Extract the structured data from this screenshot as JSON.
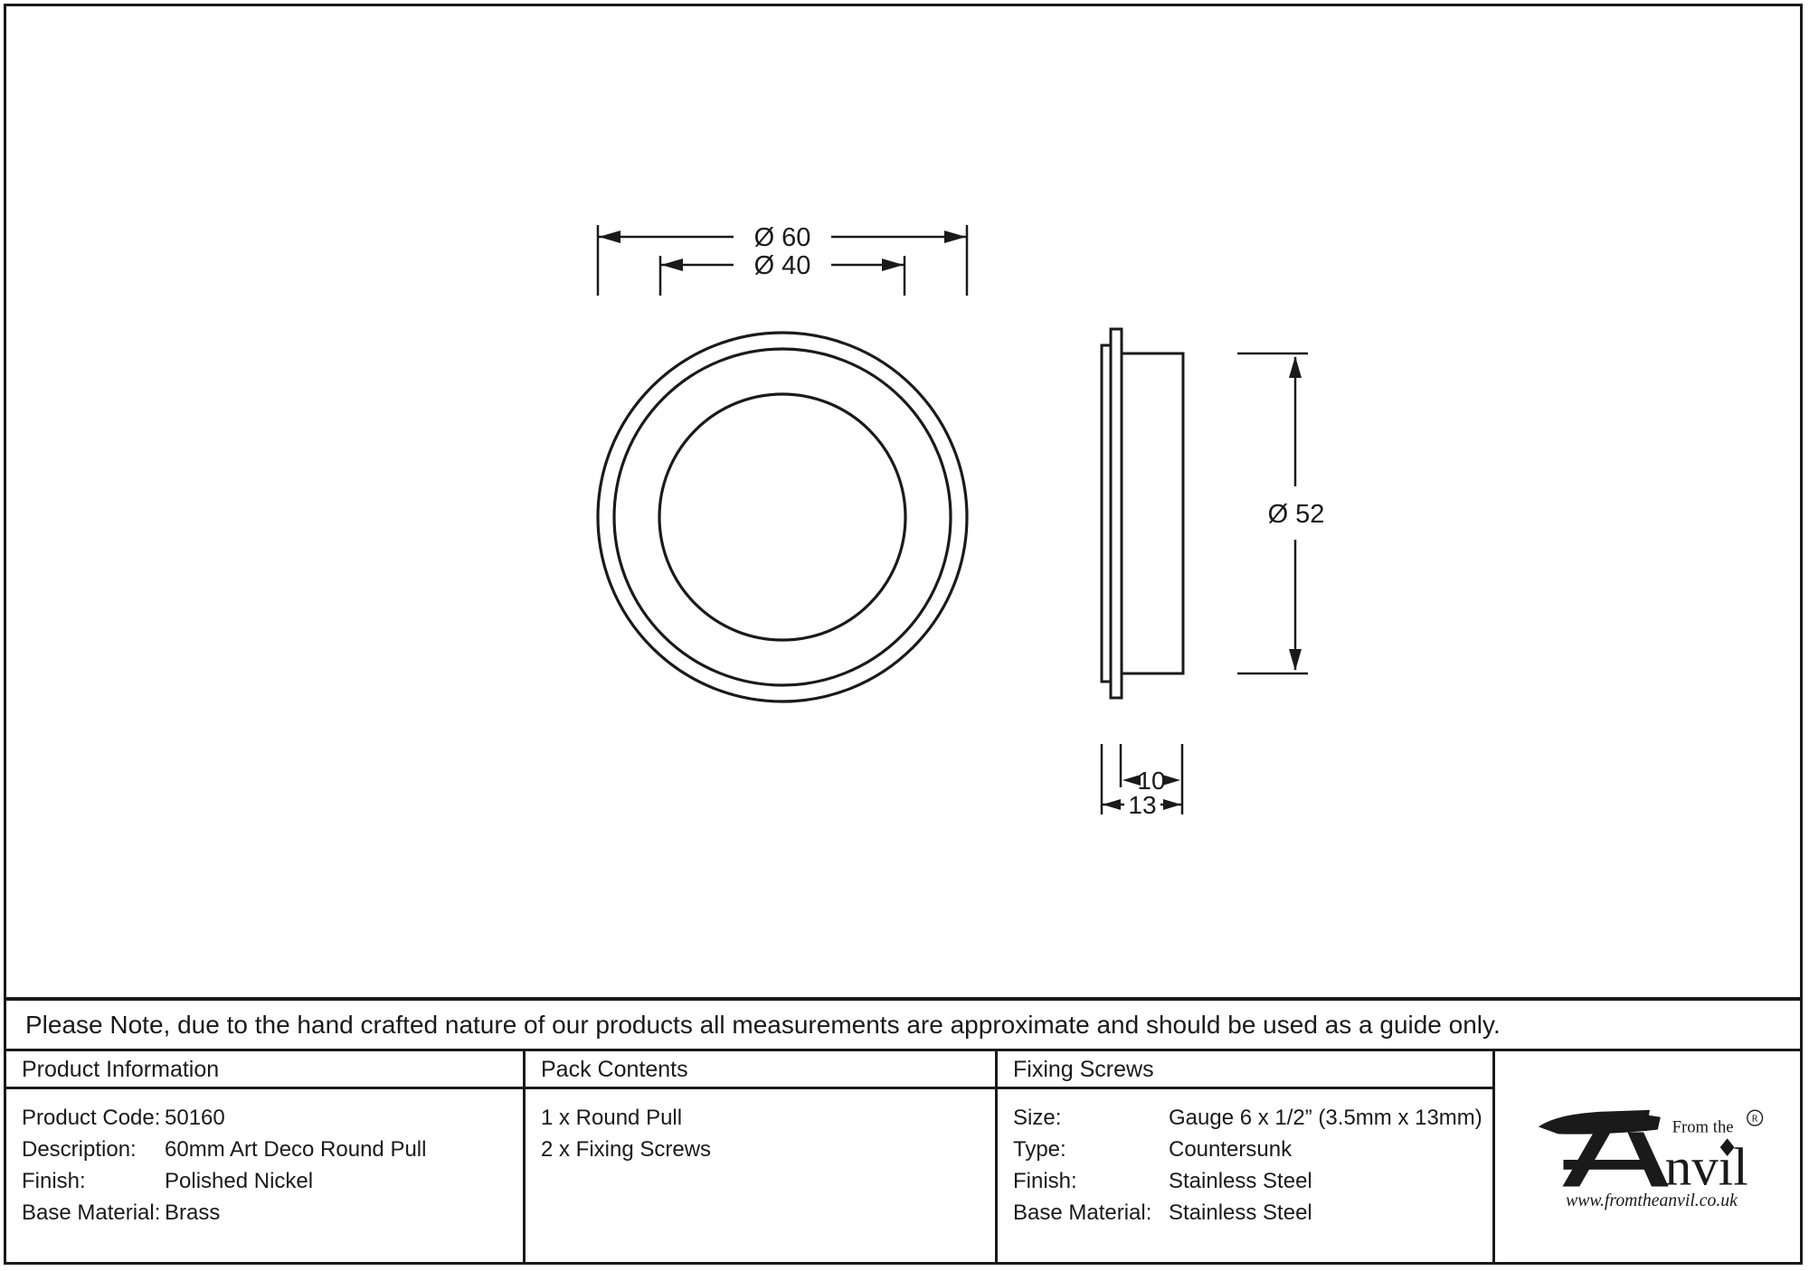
{
  "drawing": {
    "front_view": {
      "dims": [
        {
          "label": "Ø 60"
        },
        {
          "label": "Ø 40"
        }
      ]
    },
    "side_view": {
      "dims": [
        {
          "label": "Ø 52"
        },
        {
          "label": "10"
        },
        {
          "label": "13"
        }
      ]
    }
  },
  "note": {
    "text": "Please Note, due to the hand crafted nature of our products all measurements are approximate and should be used as a guide only."
  },
  "table": {
    "product_information": {
      "header": "Product Information",
      "rows": [
        {
          "label": "Product Code:",
          "value": "50160"
        },
        {
          "label": "Description:",
          "value": "60mm Art Deco Round Pull"
        },
        {
          "label": "Finish:",
          "value": "Polished Nickel"
        },
        {
          "label": "Base Material:",
          "value": "Brass"
        }
      ]
    },
    "pack_contents": {
      "header": "Pack Contents",
      "items": [
        "1 x Round Pull",
        "2 x Fixing Screws"
      ]
    },
    "fixing_screws": {
      "header": "Fixing Screws",
      "rows": [
        {
          "label": "Size:",
          "value": "Gauge 6 x 1/2” (3.5mm x 13mm)"
        },
        {
          "label": "Type:",
          "value": "Countersunk"
        },
        {
          "label": "Finish:",
          "value": "Stainless Steel"
        },
        {
          "label": "Base Material:",
          "value": "Stainless Steel"
        }
      ]
    }
  },
  "logo": {
    "prefix": "From the",
    "name_rest": "nvıl",
    "registered": "R",
    "url": "www.fromtheanvil.co.uk"
  },
  "colors": {
    "ink": "#1a1a1a",
    "paper": "#ffffff"
  }
}
